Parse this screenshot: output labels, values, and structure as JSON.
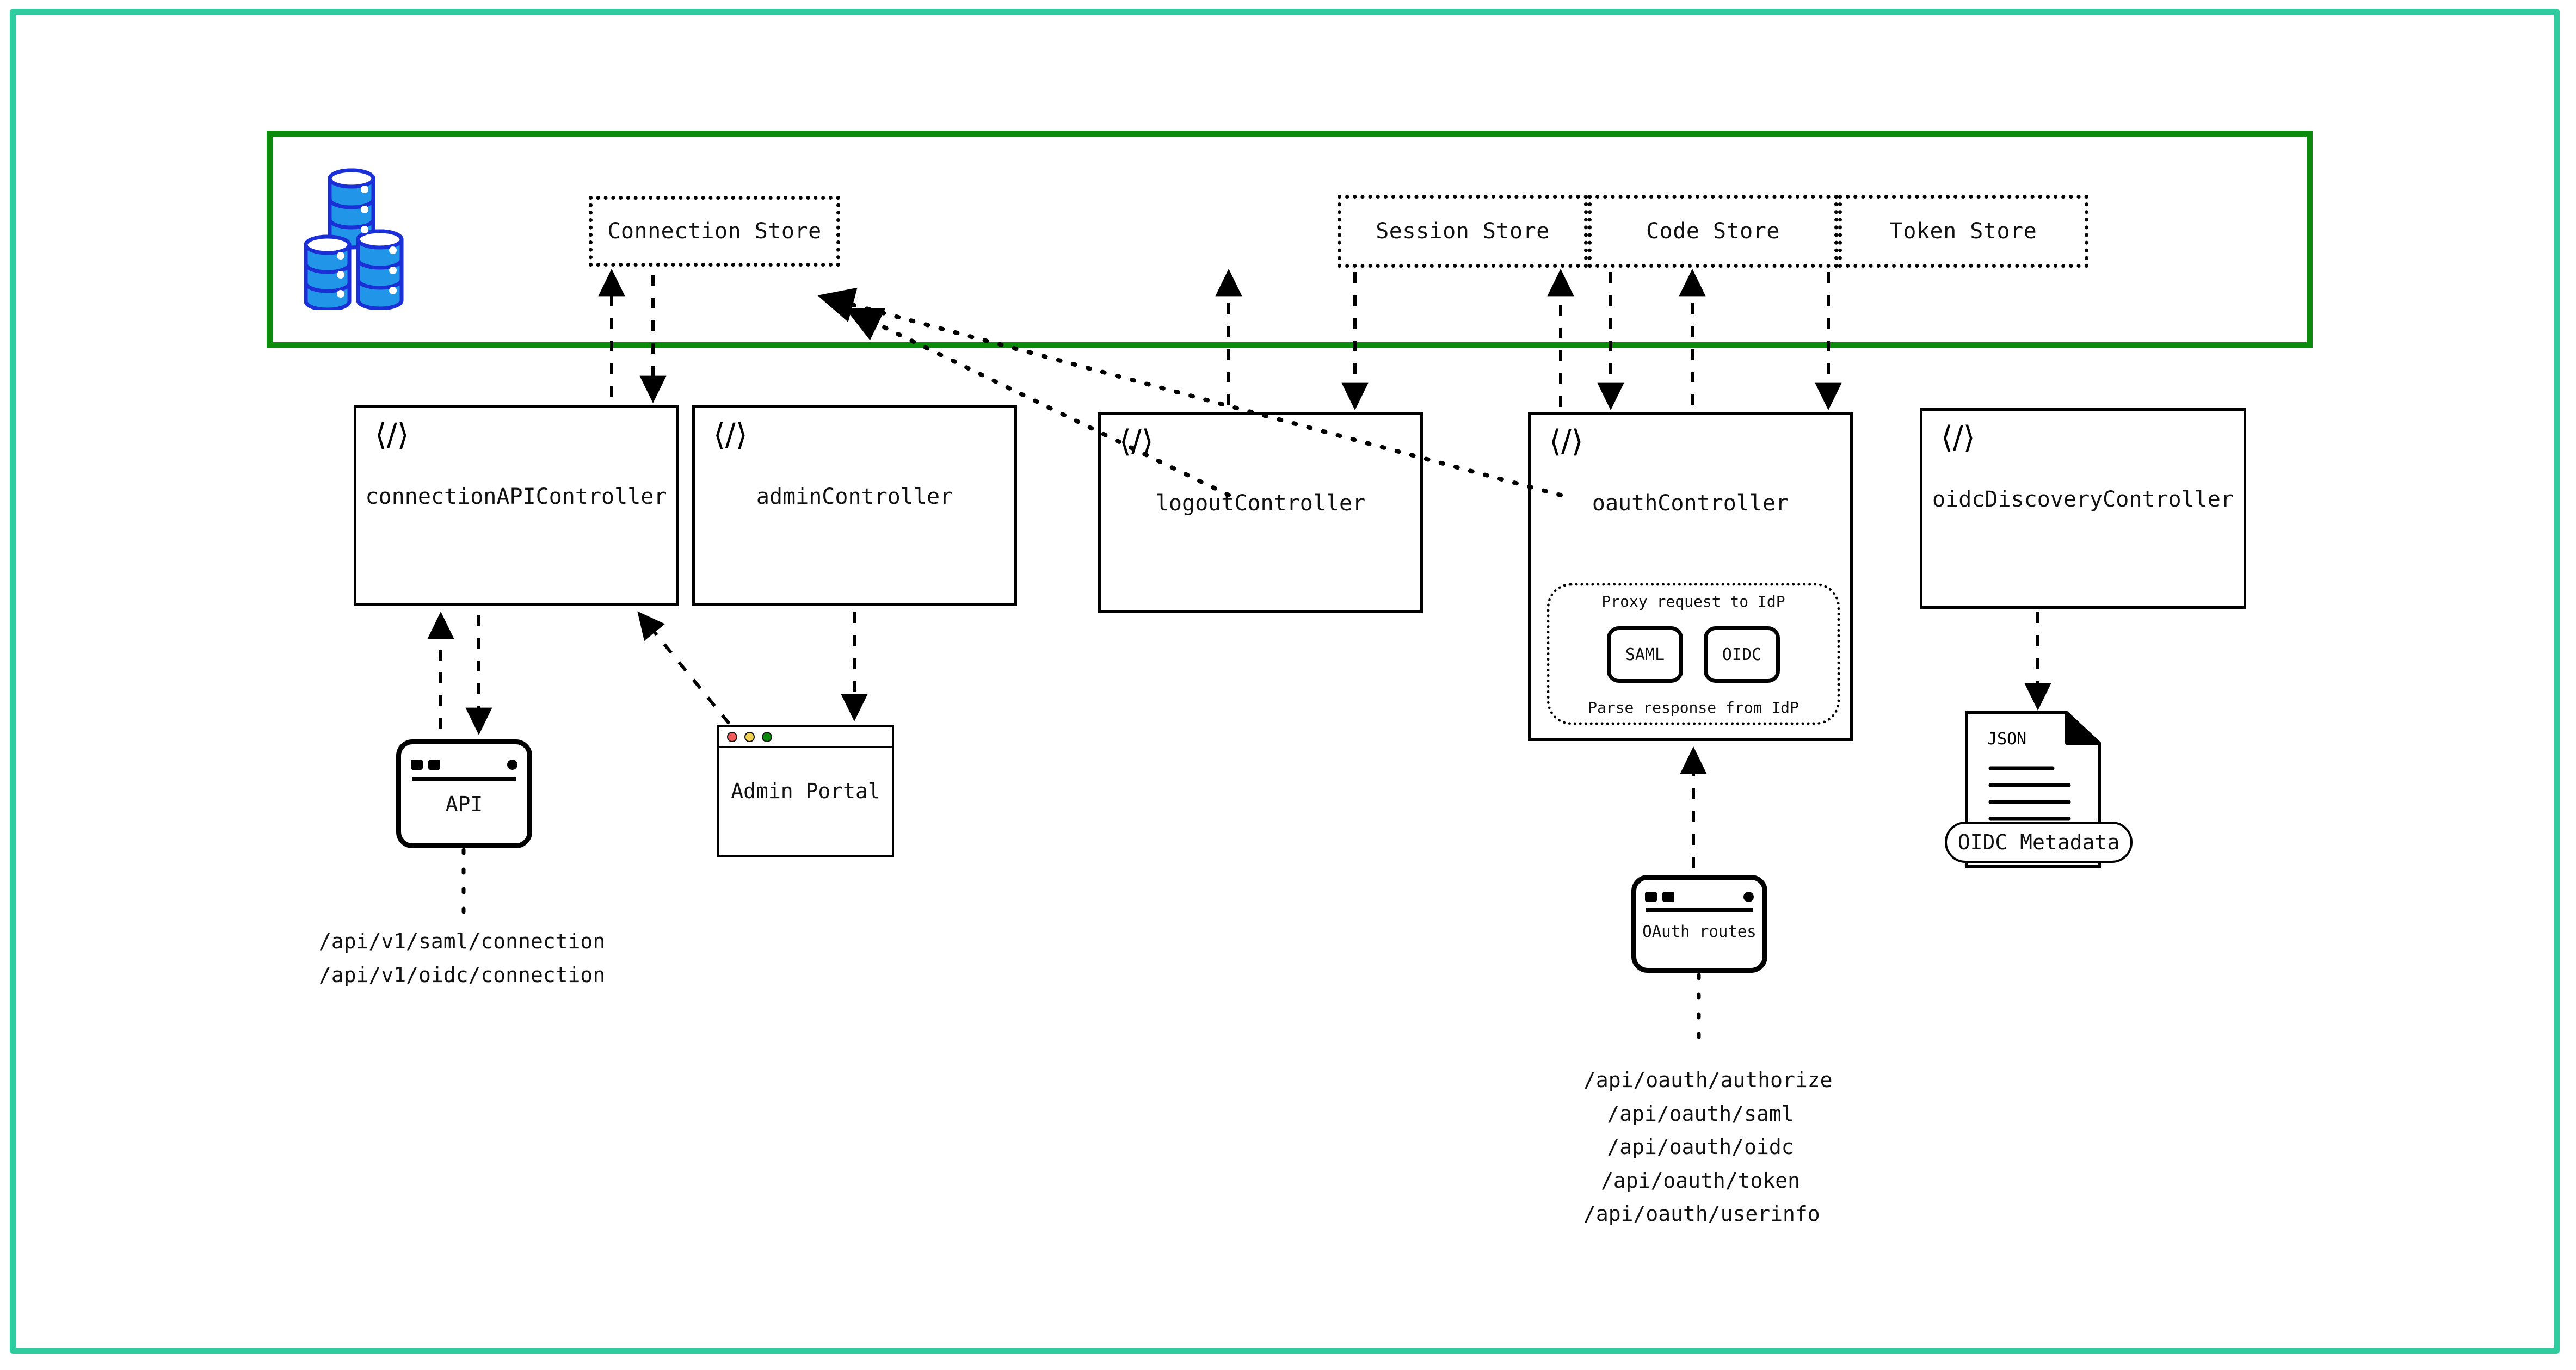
{
  "colors": {
    "outer_frame": "#2ecc9f",
    "store_band_border": "#0b8a0b",
    "db_fill": "#2196e8",
    "db_stroke": "#1a2fd6",
    "traffic_red": "#f05a5a",
    "traffic_yellow": "#f0d14f",
    "traffic_green": "#0a8a0a",
    "stroke": "#000000"
  },
  "stores": {
    "db_icon_name": "database-stack-icon",
    "items": [
      {
        "id": "connection",
        "label": "Connection Store"
      },
      {
        "id": "session",
        "label": "Session Store"
      },
      {
        "id": "code",
        "label": "Code Store"
      },
      {
        "id": "token",
        "label": "Token Store"
      }
    ]
  },
  "controllers": [
    {
      "id": "connectionapi",
      "label": "connectionAPIController",
      "icon": "code-brackets-icon"
    },
    {
      "id": "admin",
      "label": "adminController",
      "icon": "code-brackets-icon"
    },
    {
      "id": "logout",
      "label": "logoutController",
      "icon": "code-brackets-icon"
    },
    {
      "id": "oauth",
      "label": "oauthController",
      "icon": "code-brackets-icon"
    },
    {
      "id": "oidcdiscovery",
      "label": "oidcDiscoveryController",
      "icon": "code-brackets-icon"
    }
  ],
  "oauth_proxy": {
    "top_caption": "Proxy request to IdP",
    "bottom_caption": "Parse response from IdP",
    "protocols": [
      {
        "id": "saml",
        "label": "SAML"
      },
      {
        "id": "oidc",
        "label": "OIDC"
      }
    ]
  },
  "nodes": {
    "api": {
      "label": "API",
      "icon": "device-window-icon"
    },
    "admin_portal": {
      "label": "Admin Portal",
      "icon": "browser-window-icon"
    },
    "oauth_routes": {
      "label": "OAuth routes",
      "icon": "device-window-icon"
    },
    "oidc_metadata": {
      "label": "OIDC Metadata",
      "doc_label": "JSON",
      "icon": "json-document-icon"
    }
  },
  "routes": {
    "connection_api": [
      "/api/v1/saml/connection",
      "/api/v1/oidc/connection"
    ],
    "oauth": [
      "/api/oauth/authorize",
      "/api/oauth/saml",
      "/api/oauth/oidc",
      "/api/oauth/token",
      "/api/oauth/userinfo"
    ]
  }
}
